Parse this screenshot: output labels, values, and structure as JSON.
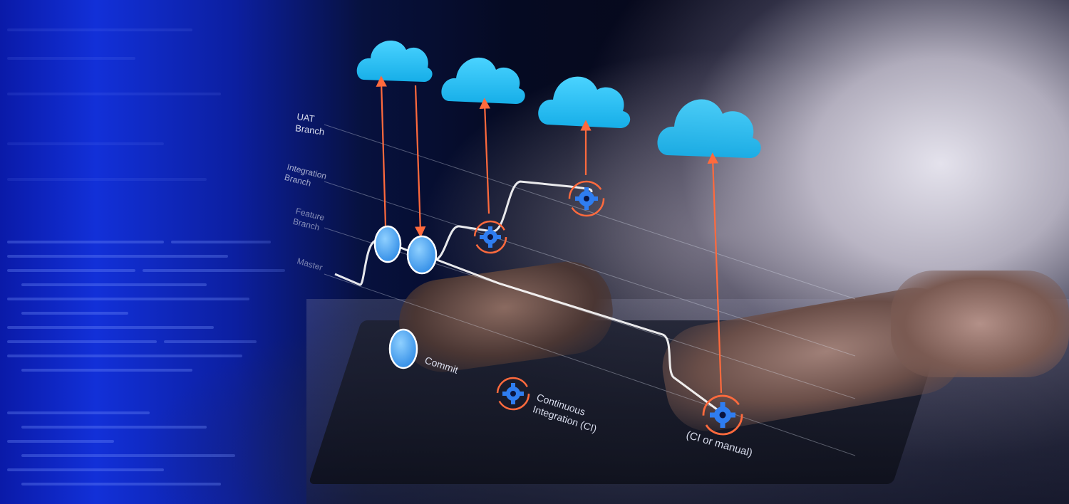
{
  "diagram": {
    "lanes": {
      "uat": "UAT\nBranch",
      "integration": "Integration\nBranch",
      "feature": "Feature\nBranch",
      "master": "Master"
    },
    "labels": {
      "commit": "Commit",
      "ci": "Continuous\nIntegration  (CI)",
      "deploy": "(CI or manual)"
    },
    "icons": [
      "cloud-icon",
      "gear-icon",
      "arrow-up-icon",
      "arrow-down-icon"
    ],
    "colors": {
      "cloud": "#27c2f5",
      "arrow": "#ff6a3d",
      "line": "#ffffff",
      "node": "#3aa0f0",
      "gear": "#2f7df0",
      "backdrop": "#1230d8"
    }
  }
}
